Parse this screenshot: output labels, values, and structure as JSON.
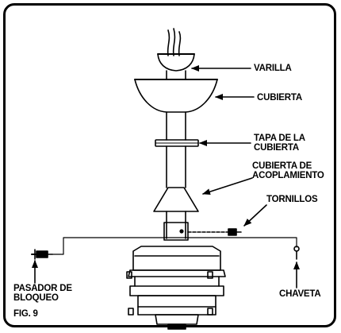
{
  "labels": {
    "varilla": "VARILLA",
    "cubierta": "CUBIERTA",
    "tapa": "TAPA DE LA\nCUBIERTA",
    "acoplamiento": "CUBIERTA DE\nACOPLAMIENTO",
    "tornillos": "TORNILLOS",
    "pasador": "PASADOR DE\nBLOQUEO",
    "chaveta": "CHAVETA",
    "fig": "FIG. 9"
  }
}
